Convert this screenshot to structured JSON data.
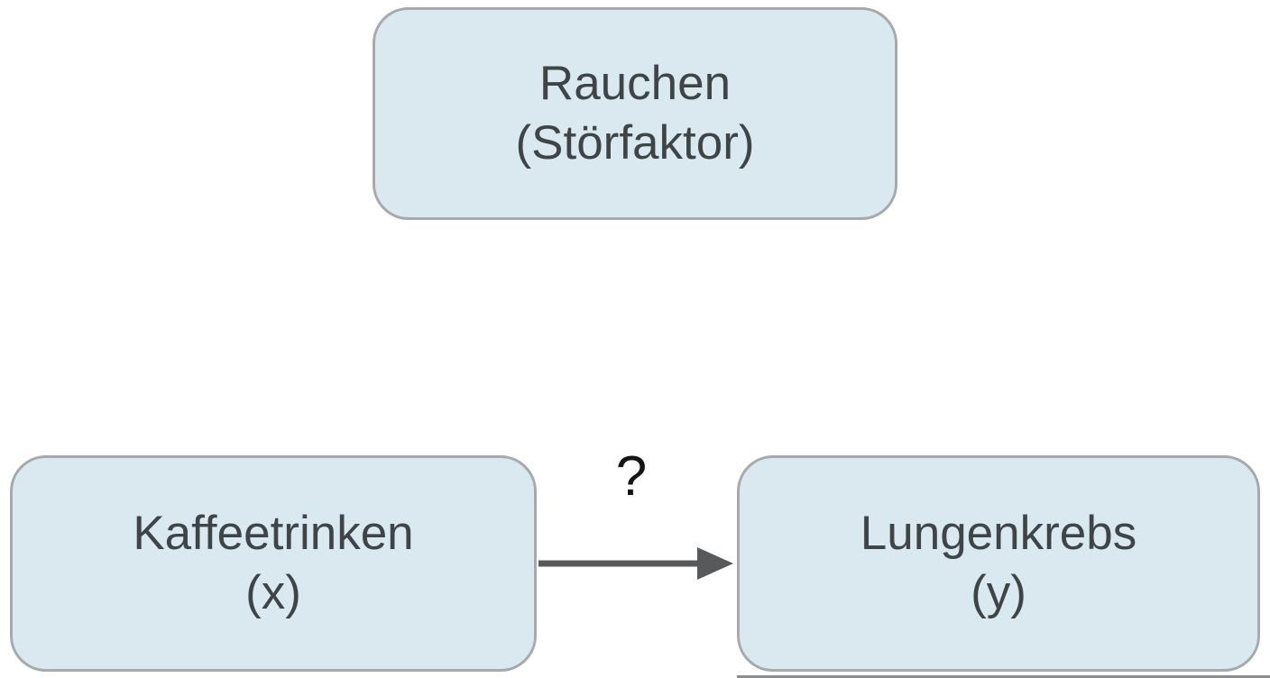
{
  "diagram": {
    "confounder_node": {
      "label": "Rauchen",
      "sublabel": "(Störfaktor)"
    },
    "cause_node": {
      "label": "Kaffeetrinken",
      "sublabel": "(x)"
    },
    "effect_node": {
      "label": "Lungenkrebs",
      "sublabel": "(y)"
    },
    "edge": {
      "label": "?"
    }
  },
  "colors": {
    "background": "#ffffff",
    "node_fill": "#d9e9ef",
    "node_border": "#a7aaac",
    "node_text": "#3f4447",
    "arrow": "#58595b",
    "question_mark": "#141414",
    "artifact_line": "#8b8e90"
  }
}
